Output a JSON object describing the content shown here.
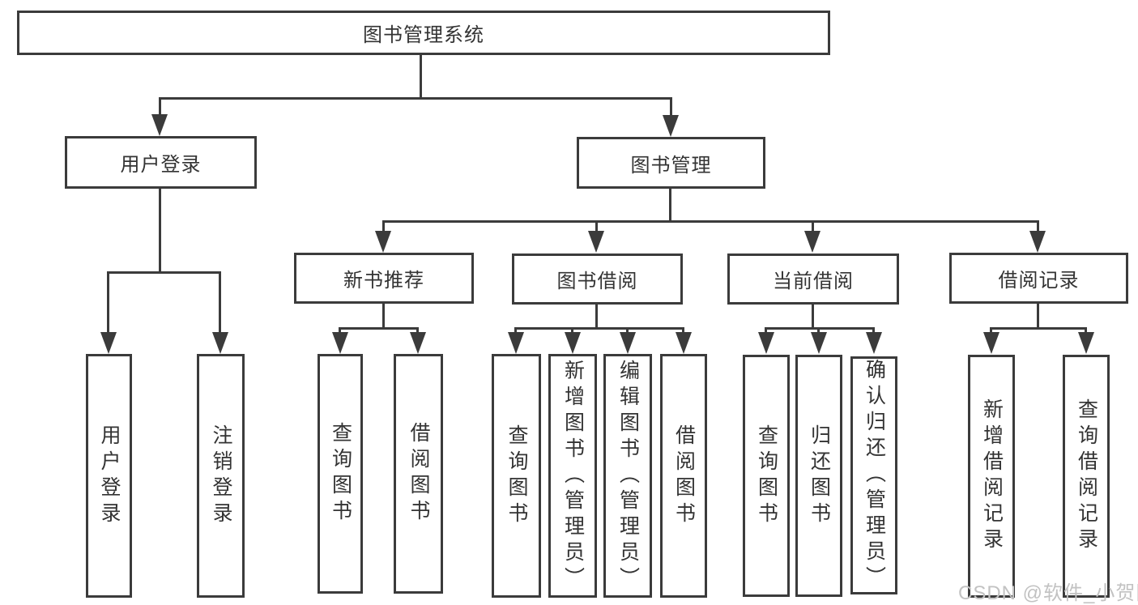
{
  "nodes": {
    "root": "图书管理系统",
    "user_login": "用户登录",
    "book_mgmt": "图书管理",
    "new_book": "新书推荐",
    "book_borrow": "图书借阅",
    "current_borrow": "当前借阅",
    "borrow_record": "借阅记录"
  },
  "leaves": {
    "user_login": [
      "用户登录",
      "注销登录"
    ],
    "new_book": [
      "查询图书",
      "借阅图书"
    ],
    "book_borrow": [
      "查询图书",
      "新增图书（管理员）",
      "编辑图书（管理员）",
      "借阅图书"
    ],
    "current_borrow": [
      "查询图书",
      "归还图书",
      "确认归还（管理员）"
    ],
    "borrow_record": [
      "新增借阅记录",
      "查询借阅记录"
    ]
  },
  "watermark": {
    "text": "CSDN @软件_小贺同学"
  },
  "colors": {
    "line": "#3b3b3b",
    "text": "#333333",
    "watermark": "#c2c2c2",
    "background": "#ffffff"
  }
}
